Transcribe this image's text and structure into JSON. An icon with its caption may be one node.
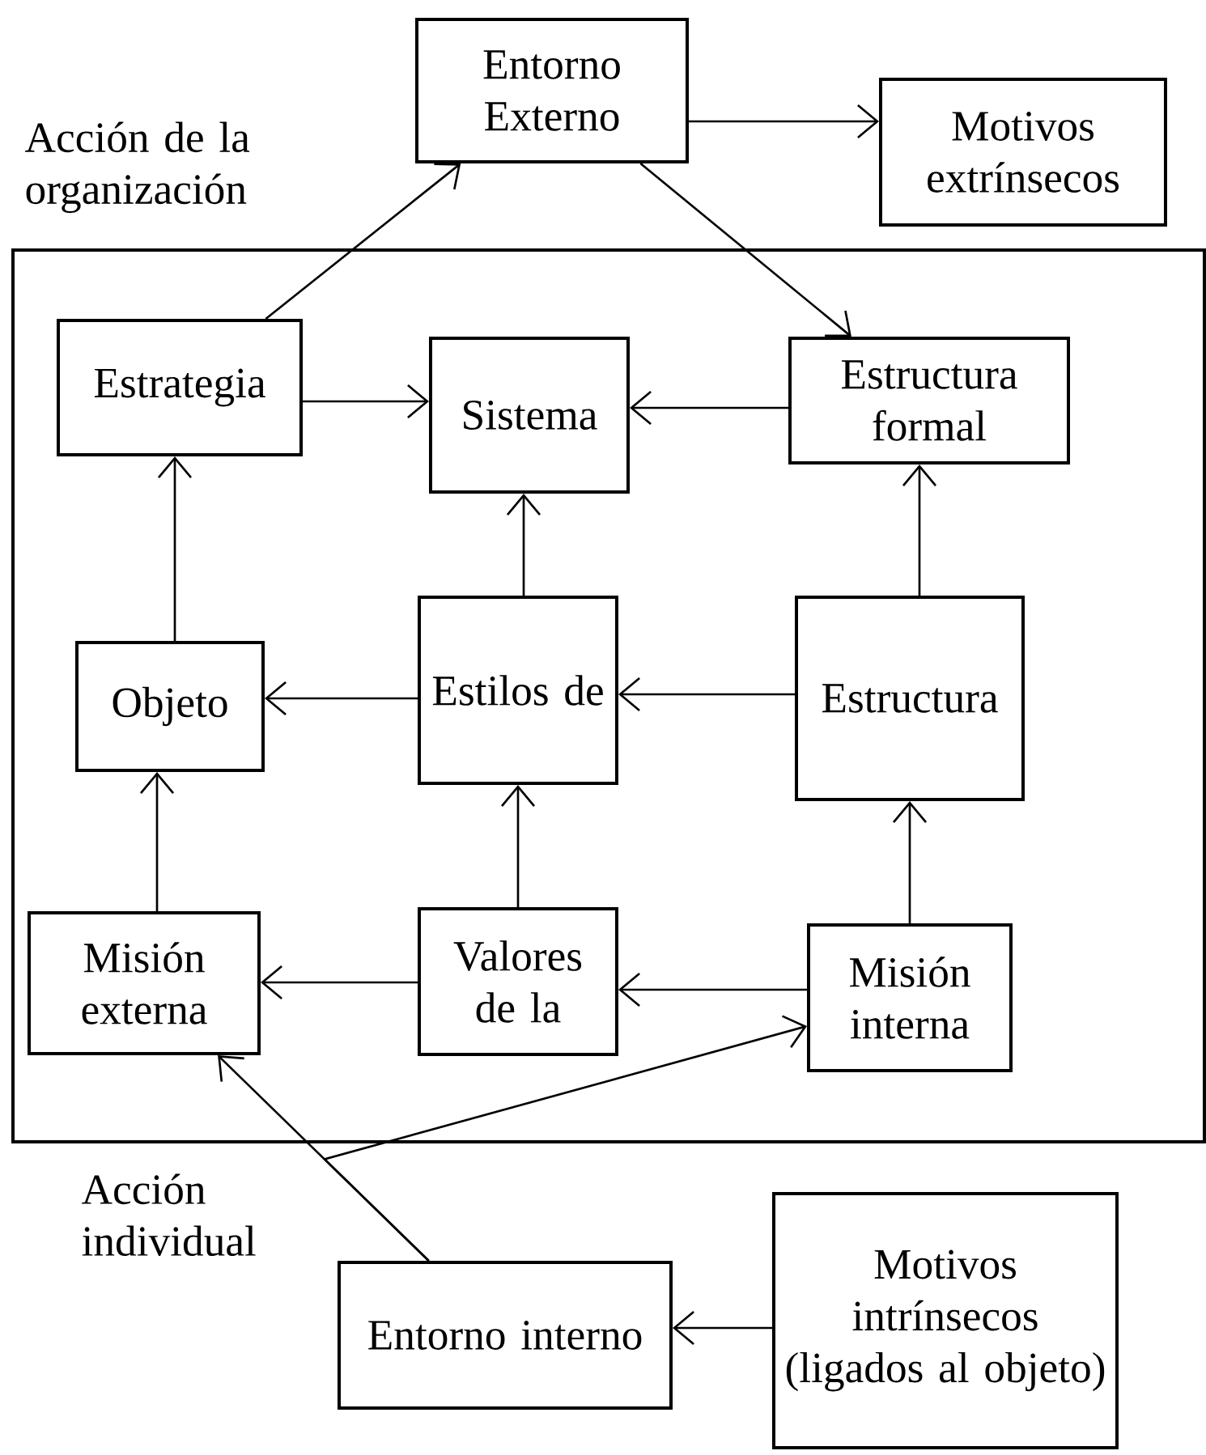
{
  "diagram": {
    "nodes": [
      {
        "text": [
          "Entorno Externo"
        ]
      },
      {
        "text": [
          "Motivos extrínsecos"
        ]
      },
      {
        "text": [],
        "shape": "box"
      },
      {
        "text": [
          "Estrategia"
        ],
        "in": 2
      },
      {
        "text": [
          "Sistema"
        ],
        "in": 2
      },
      {
        "text": [
          "Estructura formal"
        ],
        "in": 2
      },
      {
        "text": [
          "Objeto"
        ],
        "in": 2
      },
      {
        "text": [
          "Estilos de"
        ],
        "in": 2
      },
      {
        "text": [
          "Estructura"
        ],
        "in": 2
      },
      {
        "text": [
          "Misión externa"
        ],
        "in": 2
      },
      {
        "text": [
          "Valores de la"
        ],
        "in": 2
      },
      {
        "text": [
          "Misión interna"
        ],
        "in": 2
      },
      {
        "text": [
          "Entorno interno"
        ]
      },
      {
        "text": [
          "Motivos intrínsecos (ligados al objeto)"
        ]
      }
    ],
    "edges": [
      {
        "from": 3,
        "to": 0,
        "arrow": "to"
      },
      {
        "from": 0,
        "to": 5,
        "arrow": "to"
      },
      {
        "from": 0,
        "to": 1,
        "arrow": "to"
      },
      {
        "from": 3,
        "to": 4,
        "arrow": "to"
      },
      {
        "from": 5,
        "to": 4,
        "arrow": "to"
      },
      {
        "from": 7,
        "to": 4,
        "arrow": "to"
      },
      {
        "from": 7,
        "to": 6,
        "arrow": "to"
      },
      {
        "from": 8,
        "to": 7,
        "arrow": "to"
      },
      {
        "from": 8,
        "to": 5,
        "arrow": "to"
      },
      {
        "from": 6,
        "to": 3,
        "arrow": "to"
      },
      {
        "from": 9,
        "to": 6,
        "arrow": "to"
      },
      {
        "from": 10,
        "to": 7,
        "arrow": "to"
      },
      {
        "from": 10,
        "to": 9,
        "arrow": "to"
      },
      {
        "from": 11,
        "to": 10,
        "arrow": "to"
      },
      {
        "from": 11,
        "to": 8,
        "arrow": "to"
      },
      {
        "from": 12,
        "to": 9,
        "arrow": "to"
      },
      {
        "from": 12,
        "to": 11,
        "arrow": "to"
      },
      {
        "from": 13,
        "to": 12,
        "arrow": "to"
      }
    ],
    "labels": [
      "Acción de la organización",
      "Acción individual"
    ]
  }
}
